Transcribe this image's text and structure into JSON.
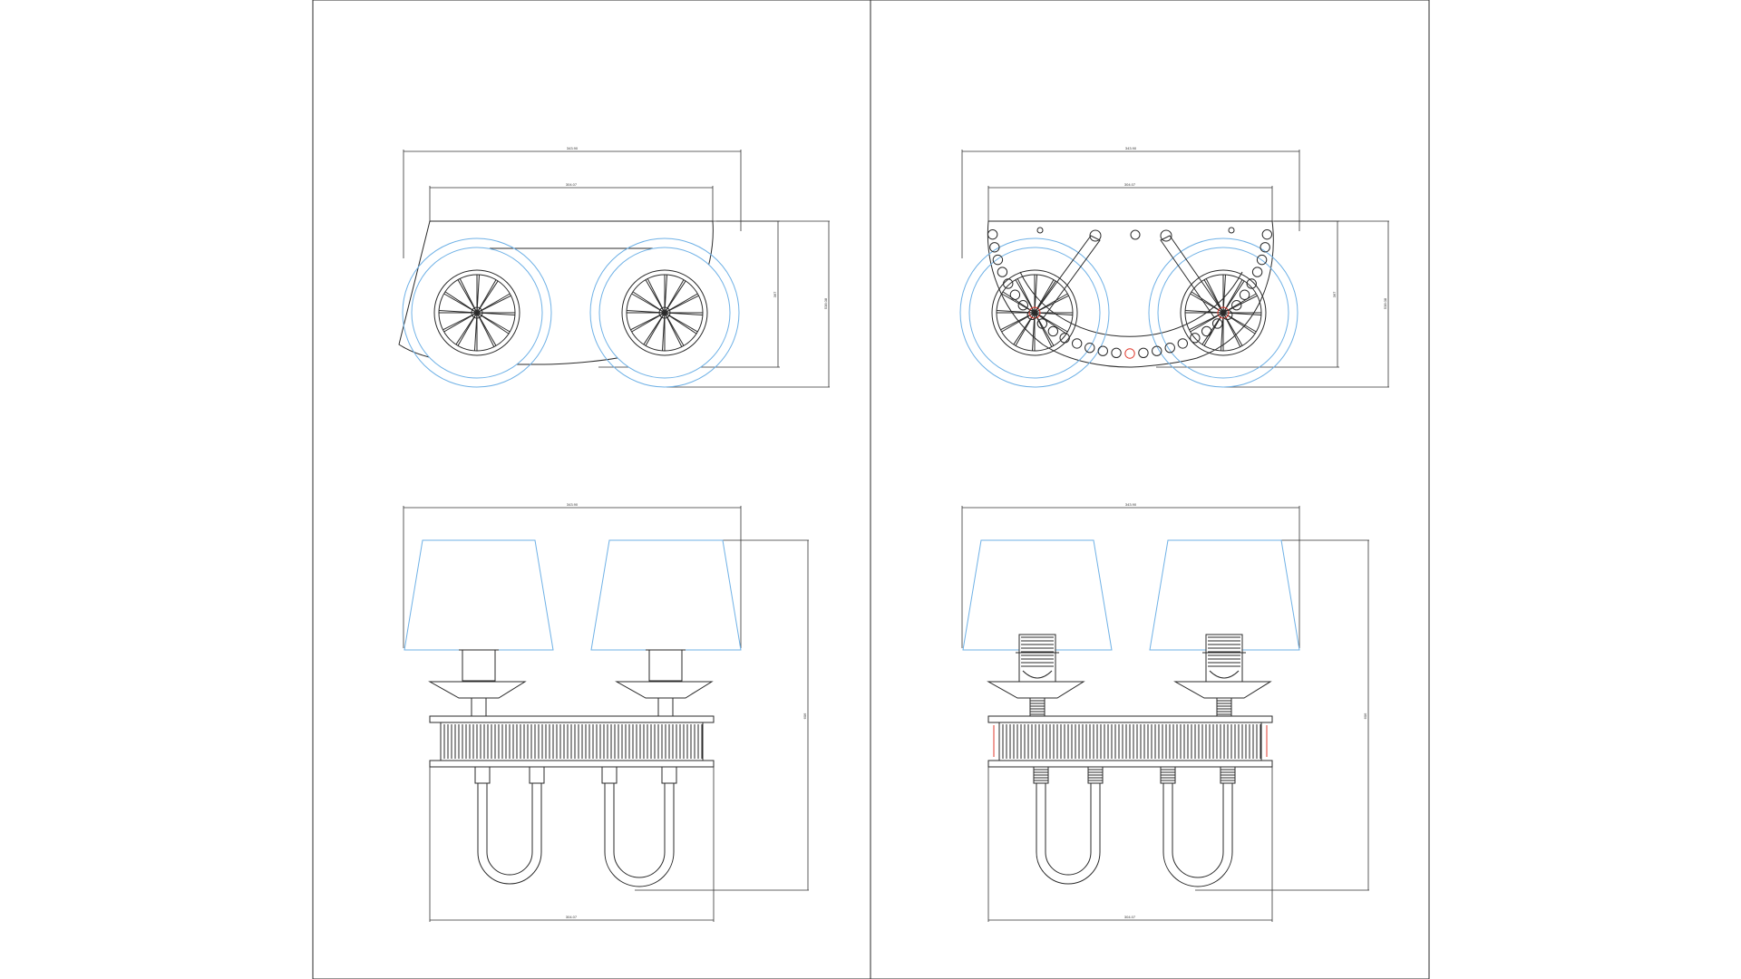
{
  "sheets": [
    {
      "name": "left-sheet",
      "top_view": {
        "dims": [
          "343.90",
          "304.07",
          "367",
          "538.08"
        ]
      },
      "front_view": {
        "dims": [
          "343.90",
          "606",
          "304.07"
        ]
      }
    },
    {
      "name": "right-sheet",
      "top_view": {
        "dims": [
          "343.90",
          "304.07",
          "367",
          "538.08"
        ]
      },
      "front_view": {
        "dims": [
          "343.90",
          "606",
          "304.07"
        ]
      }
    }
  ],
  "colors": {
    "line": "#2a2a2a",
    "blue": "#6fb1e6",
    "red": "#e03a2e"
  }
}
